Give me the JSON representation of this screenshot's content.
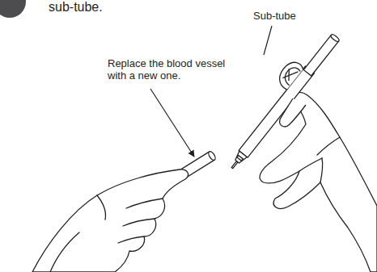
{
  "diagram": {
    "labels": [
      "sub-tube.",
      "Sub-tube",
      "Replace the blood vessel with a new one."
    ]
  }
}
